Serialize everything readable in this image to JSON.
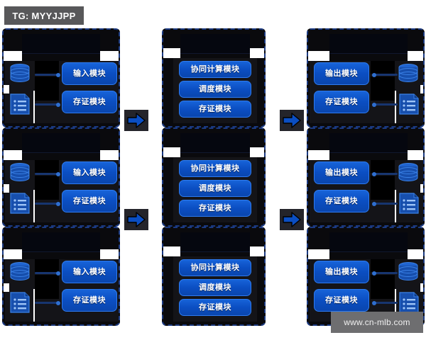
{
  "overlay": {
    "tg_badge": "TG: MYYJJPP",
    "watermark": "www.cn-mlb.com"
  },
  "theme": {
    "page_background": "#ffffff",
    "panel_background": "#0a0a0d",
    "panel_border": "#1b3a82",
    "button_blue": "#0b4ec2",
    "button_border": "#2e7bf0",
    "icon_blue": "#1a53b0",
    "arrow_blue": "#0b4ec2",
    "arrow_cell_background": "#24242a",
    "badge_background": "#58585a",
    "watermark_background": "#6e6e70"
  },
  "diagram": {
    "rows": [
      {
        "panels": [
          {
            "role": "input-node",
            "icons": [
              "database-icon",
              "document-list-icon"
            ],
            "modules": [
              "输入模块",
              "存证模块"
            ]
          },
          {
            "role": "compute-node",
            "icons": [],
            "modules": [
              "协同计算模块",
              "调度模块",
              "存证模块"
            ]
          },
          {
            "role": "output-node",
            "icons": [
              "database-icon",
              "document-list-icon"
            ],
            "modules": [
              "输出模块",
              "存证模块"
            ]
          }
        ],
        "arrows": [
          "arrow-right-icon",
          "arrow-right-icon"
        ]
      },
      {
        "panels": [
          {
            "role": "input-node",
            "icons": [
              "database-icon",
              "document-list-icon"
            ],
            "modules": [
              "输入模块",
              "存证模块"
            ]
          },
          {
            "role": "compute-node",
            "icons": [],
            "modules": [
              "协同计算模块",
              "调度模块",
              "存证模块"
            ]
          },
          {
            "role": "output-node",
            "icons": [
              "database-icon",
              "document-list-icon"
            ],
            "modules": [
              "输出模块",
              "存证模块"
            ]
          }
        ],
        "arrows": [
          "arrow-right-icon",
          "arrow-right-icon"
        ]
      },
      {
        "panels": [
          {
            "role": "input-node",
            "icons": [
              "database-icon",
              "document-list-icon"
            ],
            "modules": [
              "输入模块",
              "存证模块"
            ]
          },
          {
            "role": "compute-node",
            "icons": [],
            "modules": [
              "协同计算模块",
              "调度模块",
              "存证模块"
            ]
          },
          {
            "role": "output-node",
            "icons": [
              "database-icon",
              "document-list-icon"
            ],
            "modules": [
              "输出模块",
              "存证模块"
            ]
          }
        ],
        "arrows": []
      }
    ]
  }
}
